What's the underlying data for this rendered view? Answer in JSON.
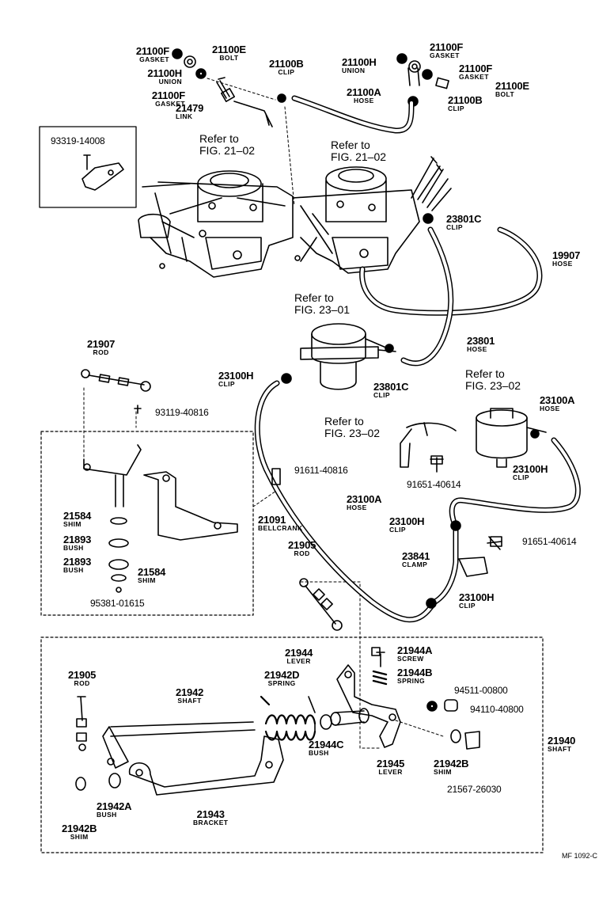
{
  "figure": {
    "code": "MF 1092-C"
  },
  "refs": [
    {
      "id": "r1",
      "line1": "Refer to",
      "line2": "FIG. 21–02"
    },
    {
      "id": "r2",
      "line1": "Refer to",
      "line2": "FIG. 21–02"
    },
    {
      "id": "r3",
      "line1": "Refer to",
      "line2": "FIG. 23–01"
    },
    {
      "id": "r4",
      "line1": "Refer to",
      "line2": "FIG. 23–02"
    },
    {
      "id": "r5",
      "line1": "Refer to",
      "line2": "FIG. 23–02"
    }
  ],
  "parts": [
    {
      "id": "p21100F_a",
      "number": "21100F",
      "name": "GASKET"
    },
    {
      "id": "p21100H_a",
      "number": "21100H",
      "name": "UNION"
    },
    {
      "id": "p21100F_b",
      "number": "21100F",
      "name": "GASKET"
    },
    {
      "id": "p21100E_a",
      "number": "21100E",
      "name": "BOLT"
    },
    {
      "id": "p21100B_a",
      "number": "21100B",
      "name": "CLIP"
    },
    {
      "id": "p21479",
      "number": "21479",
      "name": "LINK"
    },
    {
      "id": "p21100H_b",
      "number": "21100H",
      "name": "UNION"
    },
    {
      "id": "p21100F_c",
      "number": "21100F",
      "name": "GASKET"
    },
    {
      "id": "p21100F_d",
      "number": "21100F",
      "name": "GASKET"
    },
    {
      "id": "p21100E_b",
      "number": "21100E",
      "name": "BOLT"
    },
    {
      "id": "p21100A_a",
      "number": "21100A",
      "name": "HOSE"
    },
    {
      "id": "p21100B_b",
      "number": "21100B",
      "name": "CLIP"
    },
    {
      "id": "p93319",
      "number": "93319-14008",
      "name": ""
    },
    {
      "id": "p23801C_a",
      "number": "23801C",
      "name": "CLIP"
    },
    {
      "id": "p19907",
      "number": "19907",
      "name": "HOSE"
    },
    {
      "id": "p23801",
      "number": "23801",
      "name": "HOSE"
    },
    {
      "id": "p21907",
      "number": "21907",
      "name": "ROD"
    },
    {
      "id": "p23100H_a",
      "number": "23100H",
      "name": "CLIP"
    },
    {
      "id": "p23801C_b",
      "number": "23801C",
      "name": "CLIP"
    },
    {
      "id": "p93119",
      "number": "93119-40816",
      "name": ""
    },
    {
      "id": "p23100A_a",
      "number": "23100A",
      "name": "HOSE"
    },
    {
      "id": "p23100H_b",
      "number": "23100H",
      "name": "CLIP"
    },
    {
      "id": "p91611",
      "number": "91611-40816",
      "name": ""
    },
    {
      "id": "p91651_a",
      "number": "91651-40614",
      "name": ""
    },
    {
      "id": "p23100A_b",
      "number": "23100A",
      "name": "HOSE"
    },
    {
      "id": "p21091",
      "number": "21091",
      "name": "BELLCRANK"
    },
    {
      "id": "p21584_a",
      "number": "21584",
      "name": "SHIM"
    },
    {
      "id": "p21893_a",
      "number": "21893",
      "name": "BUSH"
    },
    {
      "id": "p21893_b",
      "number": "21893",
      "name": "BUSH"
    },
    {
      "id": "p21584_b",
      "number": "21584",
      "name": "SHIM"
    },
    {
      "id": "p95381",
      "number": "95381-01615",
      "name": ""
    },
    {
      "id": "p21905_a",
      "number": "21905",
      "name": "ROD"
    },
    {
      "id": "p23100H_c",
      "number": "23100H",
      "name": "CLIP"
    },
    {
      "id": "p91651_b",
      "number": "91651-40614",
      "name": ""
    },
    {
      "id": "p23841",
      "number": "23841",
      "name": "CLAMP"
    },
    {
      "id": "p23100H_d",
      "number": "23100H",
      "name": "CLIP"
    },
    {
      "id": "p21944",
      "number": "21944",
      "name": "LEVER"
    },
    {
      "id": "p21944A",
      "number": "21944A",
      "name": "SCREW"
    },
    {
      "id": "p21944B",
      "number": "21944B",
      "name": "SPRING"
    },
    {
      "id": "p21905_b",
      "number": "21905",
      "name": "ROD"
    },
    {
      "id": "p21942",
      "number": "21942",
      "name": "SHAFT"
    },
    {
      "id": "p21942D",
      "number": "21942D",
      "name": "SPRING"
    },
    {
      "id": "p94511",
      "number": "94511-00800",
      "name": ""
    },
    {
      "id": "p94110",
      "number": "94110-40800",
      "name": ""
    },
    {
      "id": "p21940",
      "number": "21940",
      "name": "SHAFT"
    },
    {
      "id": "p21944C",
      "number": "21944C",
      "name": "BUSH"
    },
    {
      "id": "p21945",
      "number": "21945",
      "name": "LEVER"
    },
    {
      "id": "p21942B_a",
      "number": "21942B",
      "name": "SHIM"
    },
    {
      "id": "p21567",
      "number": "21567-26030",
      "name": ""
    },
    {
      "id": "p21942A",
      "number": "21942A",
      "name": "BUSH"
    },
    {
      "id": "p21943",
      "number": "21943",
      "name": "BRACKET"
    },
    {
      "id": "p21942B_b",
      "number": "21942B",
      "name": "SHIM"
    }
  ]
}
